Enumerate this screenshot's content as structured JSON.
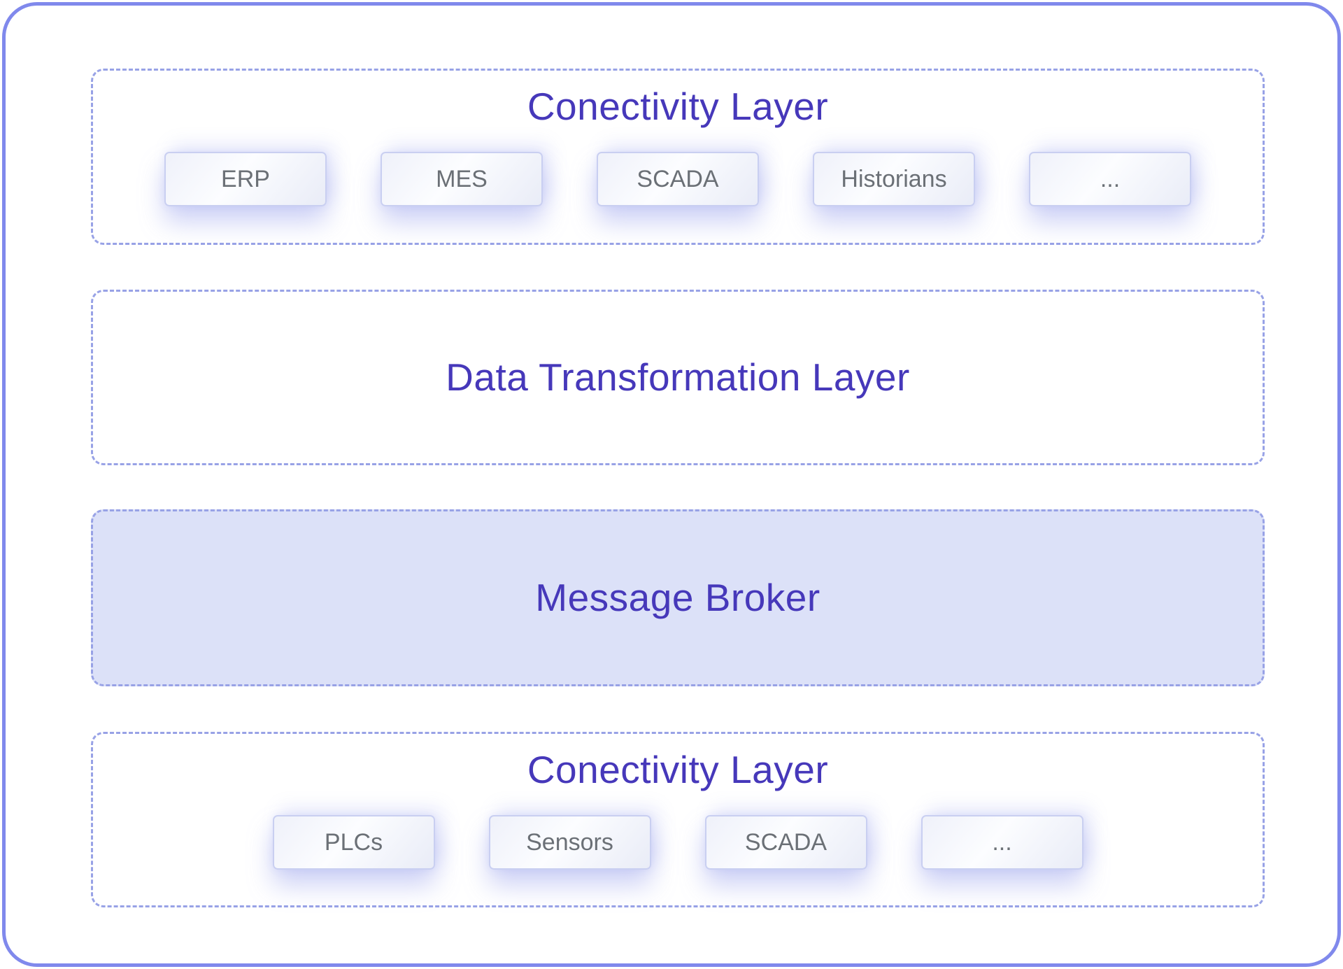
{
  "layers": [
    {
      "id": "connectivity-top",
      "title": "Conectivity Layer",
      "kind": "group",
      "items": [
        "ERP",
        "MES",
        "SCADA",
        "Historians",
        "..."
      ]
    },
    {
      "id": "data-transformation",
      "title": "Data Transformation Layer",
      "kind": "plain",
      "items": []
    },
    {
      "id": "message-broker",
      "title": "Message Broker",
      "kind": "filled",
      "items": []
    },
    {
      "id": "connectivity-bottom",
      "title": "Conectivity Layer",
      "kind": "group",
      "items": [
        "PLCs",
        "Sensors",
        "SCADA",
        "..."
      ]
    }
  ],
  "colors": {
    "frame_border": "#8089ec",
    "dashed_border": "#98a2e6",
    "layer_title": "#4638ba",
    "broker_fill": "#dce1f8",
    "box_border": "#c9cff1",
    "box_text": "#6b7076",
    "box_glow": "rgba(129,140,233,0.40)",
    "canvas_bg": "#ffffff"
  }
}
